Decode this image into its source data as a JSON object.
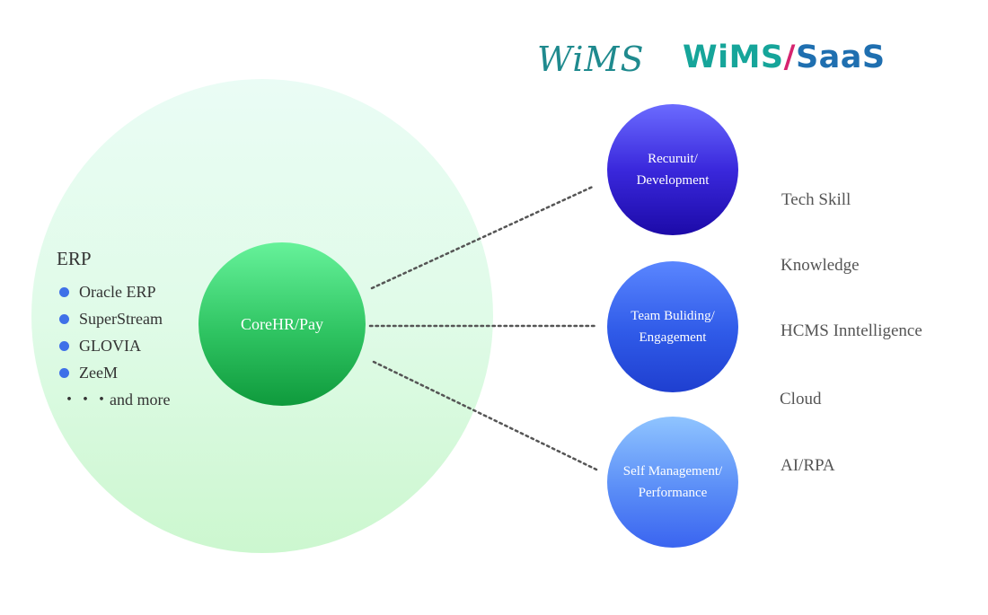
{
  "logos": {
    "wims": "WiMS",
    "saas_part1": "WiMS",
    "saas_slash": "/",
    "saas_part2": "SaaS"
  },
  "erp": {
    "title": "ERP",
    "items": [
      "Oracle ERP",
      "SuperStream",
      "GLOVIA",
      "ZeeM"
    ],
    "more": "・・・and more"
  },
  "core": {
    "label": "CoreHR/Pay"
  },
  "modules": [
    {
      "line1": "Recuruit/",
      "line2": "Development"
    },
    {
      "line1": "Team Buliding/",
      "line2": "Engagement"
    },
    {
      "line1": "Self Management/",
      "line2": "Performance"
    }
  ],
  "side_labels": [
    "Tech Skill",
    "Knowledge",
    "HCMS Inntelligence",
    "Cloud",
    "AI/RPA"
  ],
  "colors": {
    "wims_logo": "#1f8a8e",
    "saas_teal": "#16a59a",
    "saas_slash": "#d6246f",
    "saas_blue": "#1f6fb0",
    "erp_bullet": "#3f70e8",
    "core_green": "#2fc462",
    "module_1": "#3a28dc",
    "module_2": "#2f5ae8",
    "module_3": "#5b8ef7"
  }
}
